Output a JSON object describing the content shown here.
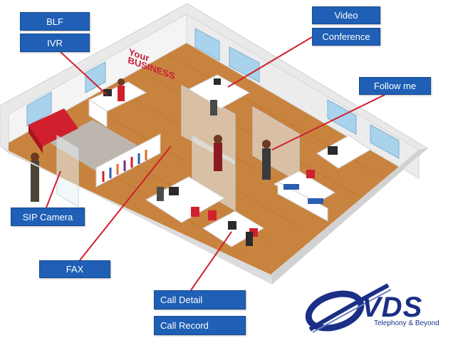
{
  "labels": {
    "blf": "BLF",
    "ivr": "IVR",
    "video": "Video",
    "conference": "Conference",
    "follow_me": "Follow me",
    "sip_camera": "SIP Camera",
    "fax": "FAX",
    "call_detail": "Call Detail",
    "call_record": "Call Record"
  },
  "sign": {
    "line1": "Your",
    "line2": "BUSINESS"
  },
  "logo": {
    "name": "VDS",
    "tagline": "Telephony & Beyond"
  },
  "colors": {
    "label_blue": "#1f5fb5",
    "pointer_red": "#d0202e",
    "floor_wood": "#c8833f",
    "wall_white": "#f2f2f2",
    "logo_navy": "#1b2f86"
  }
}
